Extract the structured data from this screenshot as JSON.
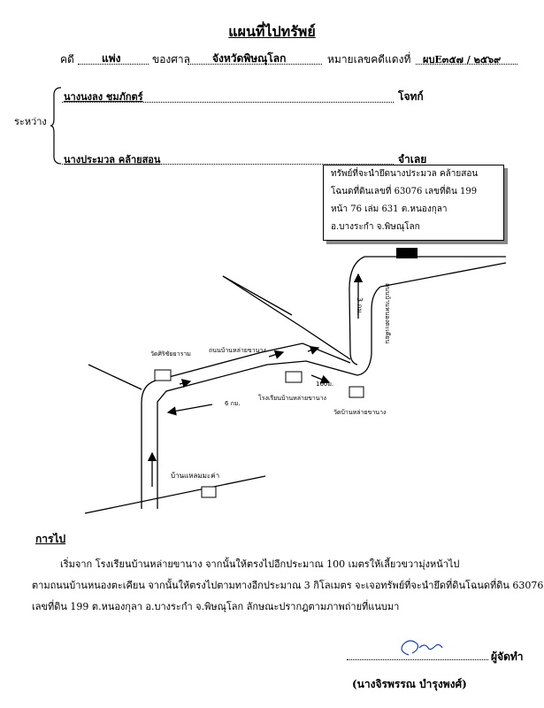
{
  "header": {
    "title": "แผนที่ไปทรัพย์",
    "case_label": "คดี",
    "case_type": "แพ่ง",
    "court_label": "ของศาล",
    "court": "จังหวัดพิษณุโลก",
    "red_no_label": "หมายเลขคดีแดงที่",
    "red_no": "ผบE๓๕๗ / ๒๕๖๙"
  },
  "parties": {
    "between_label": "ระหว่าง",
    "plaintiff": "นางนงลง ชมภักตร์",
    "plaintiff_role": "โจทก์",
    "defendant": "นางประมวล คล้ายสอน",
    "defendant_role": "จำเลย"
  },
  "property_box": {
    "lines": [
      "ทรัพย์ที่จะนำยึดนางประมวล คล้ายสอน",
      "โฉนดที่ดินเลขที่ 63076 เลขที่ดิน 199",
      "หน้า 76 เล่ม 631 ต.หนองกุลา",
      "อ.บางระกำ จ.พิษณุโลก"
    ]
  },
  "map": {
    "road_name": "ถนนบ้านหล่ายขานาง",
    "road_right": "ถนนบ้านหนองตะเคียน",
    "temple1": "วัดศิริชัยยาราม",
    "school": "โรงเรียนบ้านหล่ายขานาง",
    "temple2": "วัดบ้านหล่ายขานาง",
    "village": "บ้านแหลมมะค่า",
    "dist_6": "6 กม.",
    "dist_3": "3 กม.",
    "dist_100": "100ม."
  },
  "directions": {
    "heading": "การไป",
    "line1": "เริ่มจาก โรงเรียนบ้านหล่ายขานาง  จากนั้นให้ตรงไปอีกประมาณ 100 เมตรให้เลี้ยวขวามุ่งหน้าไป",
    "line2": "ตามถนนบ้านหนองตะเคียน จากนั้นให้ตรงไปตามทางอีกประมาณ 3 กิโลเมตร จะเจอทรัพย์ที่จะนำยึดที่ดินโฉนดที่ดิน 63076",
    "line3": "เลขที่ดิน 199 ต.หนองกุลา อ.บางระกำ จ.พิษณุโลก  ลักษณะปรากฎตามภาพถ่ายที่แนบมา"
  },
  "signature": {
    "role": "ผู้จัดทำ",
    "name": "(นางจิรพรรณ บำรุงพงศ์)"
  }
}
